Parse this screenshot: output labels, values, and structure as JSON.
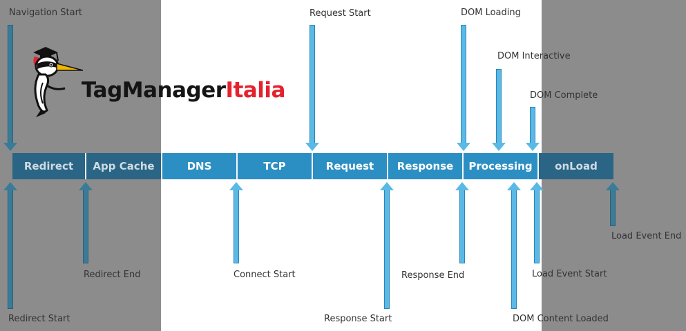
{
  "stages": [
    {
      "label": "Redirect",
      "dim": true
    },
    {
      "label": "App Cache",
      "dim": true
    },
    {
      "label": "DNS",
      "dim": false
    },
    {
      "label": "TCP",
      "dim": false
    },
    {
      "label": "Request",
      "dim": false
    },
    {
      "label": "Response",
      "dim": false
    },
    {
      "label": "Processing",
      "dim": false
    },
    {
      "label": "onLoad",
      "dim": true
    }
  ],
  "events_top": [
    "Navigation Start",
    "Request Start",
    "DOM Loading",
    "DOM Interactive",
    "DOM Complete"
  ],
  "events_bottom": [
    "Redirect Start",
    "Redirect End",
    "Connect Start",
    "Response Start",
    "Response End",
    "DOM Content Loaded",
    "Load Event Start",
    "Load Event End"
  ],
  "logo": {
    "word_dark": "TagManager",
    "word_red": "Italia"
  },
  "colors": {
    "bar": "#2c8fc3",
    "bar_dim": "#2a6585",
    "arrow": "#5bb9e6",
    "arrow_dim": "#3a7c98",
    "arrow_stroke": "#2a86b8",
    "shade": "#8c8c8c",
    "logo_red": "#e4212d"
  }
}
